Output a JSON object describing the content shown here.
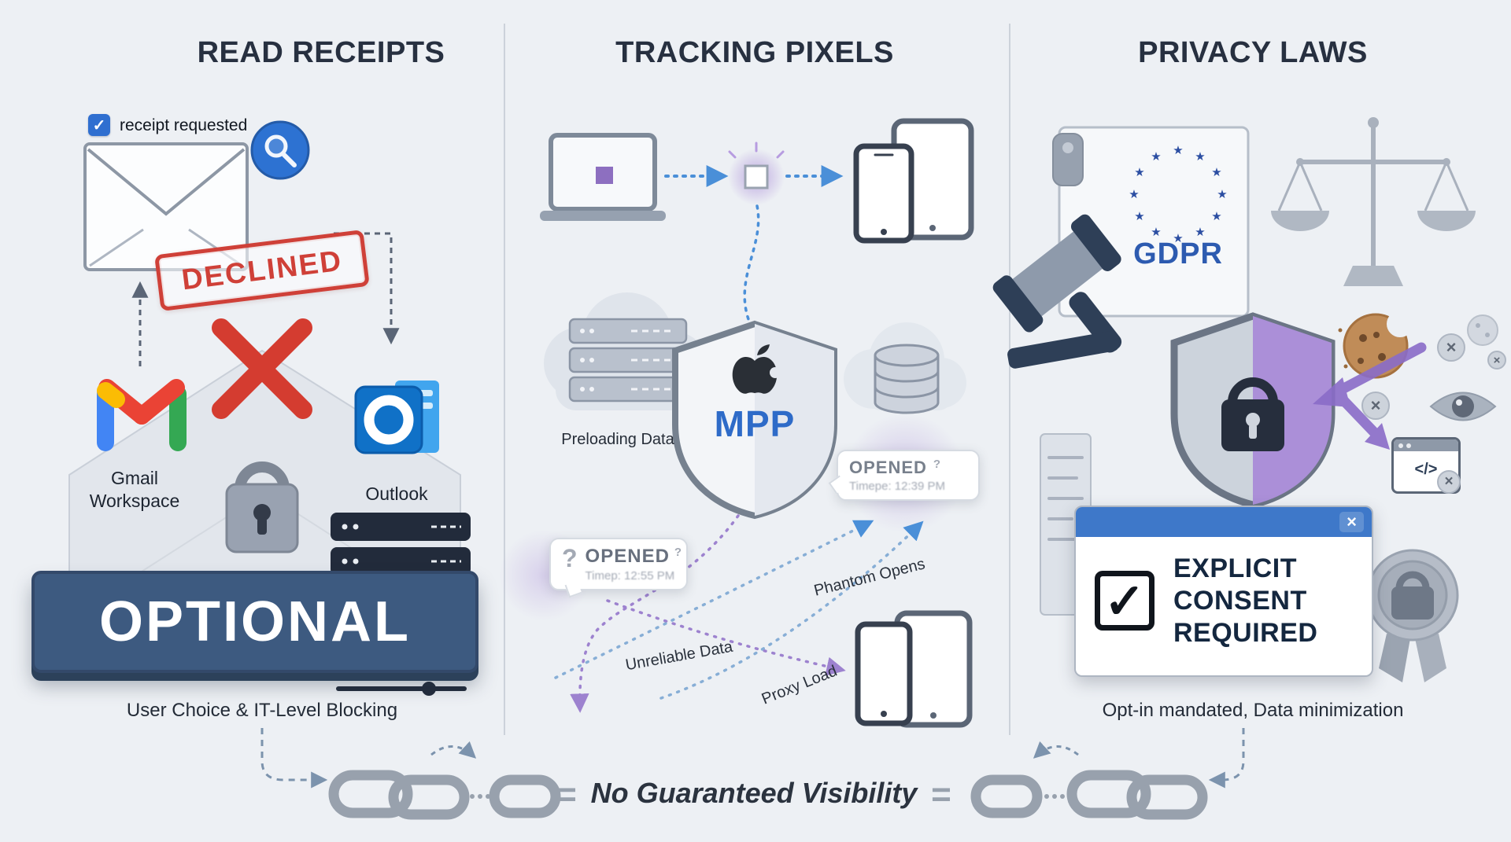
{
  "icons": {
    "check": "✓",
    "close": "×",
    "multiply": "×",
    "question": "?",
    "star": "★"
  },
  "read_receipts": {
    "title": "READ RECEIPTS",
    "checkbox_label": "receipt requested",
    "stamp": "DECLINED",
    "gmail_line1": "Gmail",
    "gmail_line2": "Workspace",
    "outlook_label": "Outlook",
    "banner": "OPTIONAL",
    "caption": "User Choice & IT-Level Blocking"
  },
  "tracking_pixels": {
    "title": "TRACKING PIXELS",
    "preloading_label": "Preloading Data",
    "shield_label": "MPP",
    "bubble_left": {
      "title": "OPENED",
      "time": "Timep: 12:55 PM"
    },
    "bubble_right": {
      "title": "OPENED",
      "time": "Timepe: 12:39 PM"
    },
    "label_phantom": "Phantom Opens",
    "label_unreliable": "Unreliable Data",
    "label_proxy": "Proxy Load"
  },
  "privacy_laws": {
    "title": "PRIVACY LAWS",
    "gdpr": "GDPR",
    "code_glyph": "</>",
    "consent_line1": "EXPLICIT",
    "consent_line2": "CONSENT",
    "consent_line3": "REQUIRED",
    "caption": "Opt-in mandated, Data minimization"
  },
  "footer": {
    "equals": "=",
    "text": "No Guaranteed Visibility"
  }
}
